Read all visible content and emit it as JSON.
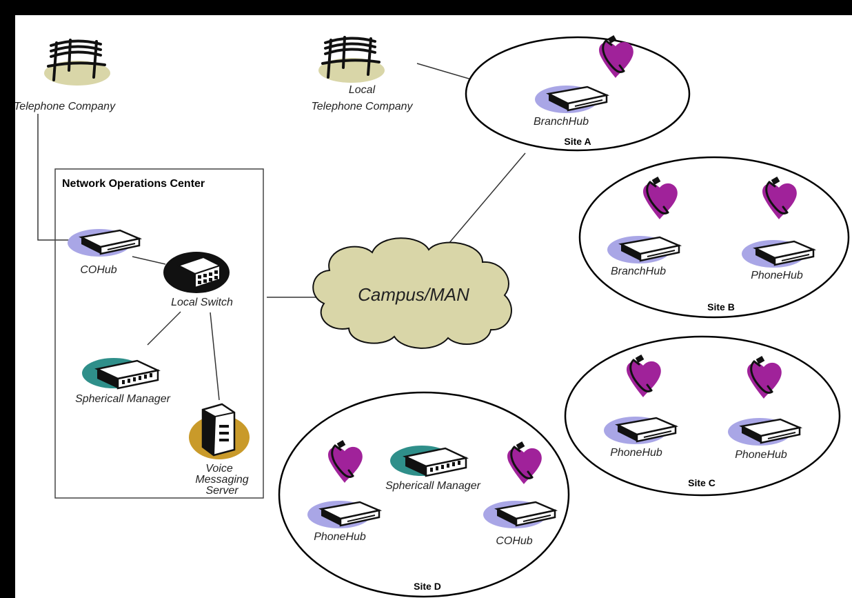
{
  "colors": {
    "ground": "#d9d6a8",
    "cloud": "#d9d6a8",
    "hub_blob": "#a9a6e6",
    "phone_blob": "#a0229a",
    "manager_blob": "#2f8f8a",
    "server_blob": "#c99a2a",
    "frame": "#000000"
  },
  "labels": {
    "tel_company_left": "Telephone Company",
    "local_tel_line1": "Local",
    "local_tel_line2": "Telephone Company",
    "noc_title": "Network Operations Center",
    "noc_cohub": "COHub",
    "noc_local_switch": "Local Switch",
    "noc_manager": "Sphericall Manager",
    "vms_line1": "Voice",
    "vms_line2": "Messaging",
    "vms_line3": "Server",
    "cloud": "Campus/MAN",
    "siteA_hub": "BranchHub",
    "siteA": "Site A",
    "siteB_hub1": "BranchHub",
    "siteB_hub2": "PhoneHub",
    "siteB": "Site B",
    "siteC_hub1": "PhoneHub",
    "siteC_hub2": "PhoneHub",
    "siteC": "Site C",
    "siteD_manager": "Sphericall Manager",
    "siteD_hub1": "PhoneHub",
    "siteD_hub2": "COHub",
    "siteD": "Site D"
  },
  "icons": [
    "bench-icon",
    "hub-icon",
    "phone-icon",
    "switch-icon",
    "server-icon",
    "manager-icon",
    "cloud-icon"
  ]
}
